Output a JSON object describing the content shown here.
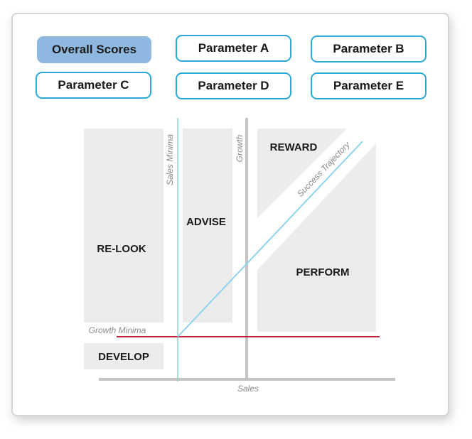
{
  "tabs": [
    {
      "label": "Overall Scores",
      "active": true
    },
    {
      "label": "Parameter A",
      "active": false
    },
    {
      "label": "Parameter B",
      "active": false
    },
    {
      "label": "Parameter C",
      "active": false
    },
    {
      "label": "Parameter D",
      "active": false
    },
    {
      "label": "Parameter E",
      "active": false
    }
  ],
  "diagram": {
    "zones": {
      "relook": "RE-LOOK",
      "advise": "ADVISE",
      "reward": "REWARD",
      "perform": "PERFORM",
      "develop": "DEVELOP"
    },
    "labels": {
      "sales_minima": "Sales Minima",
      "growth": "Growth",
      "success_trajectory": "Success Trajectory",
      "growth_minima": "Growth Minima",
      "sales": "Sales"
    },
    "colors": {
      "zone_fill": "#ececec",
      "axis": "#c4c4c4",
      "sales_minima_line": "#8fd3c4",
      "growth_minima_line": "#c0243c",
      "trajectory_line": "#8fd4ee",
      "active_tab": "#8fb8e0",
      "tab_border": "#2aa9d8"
    }
  }
}
